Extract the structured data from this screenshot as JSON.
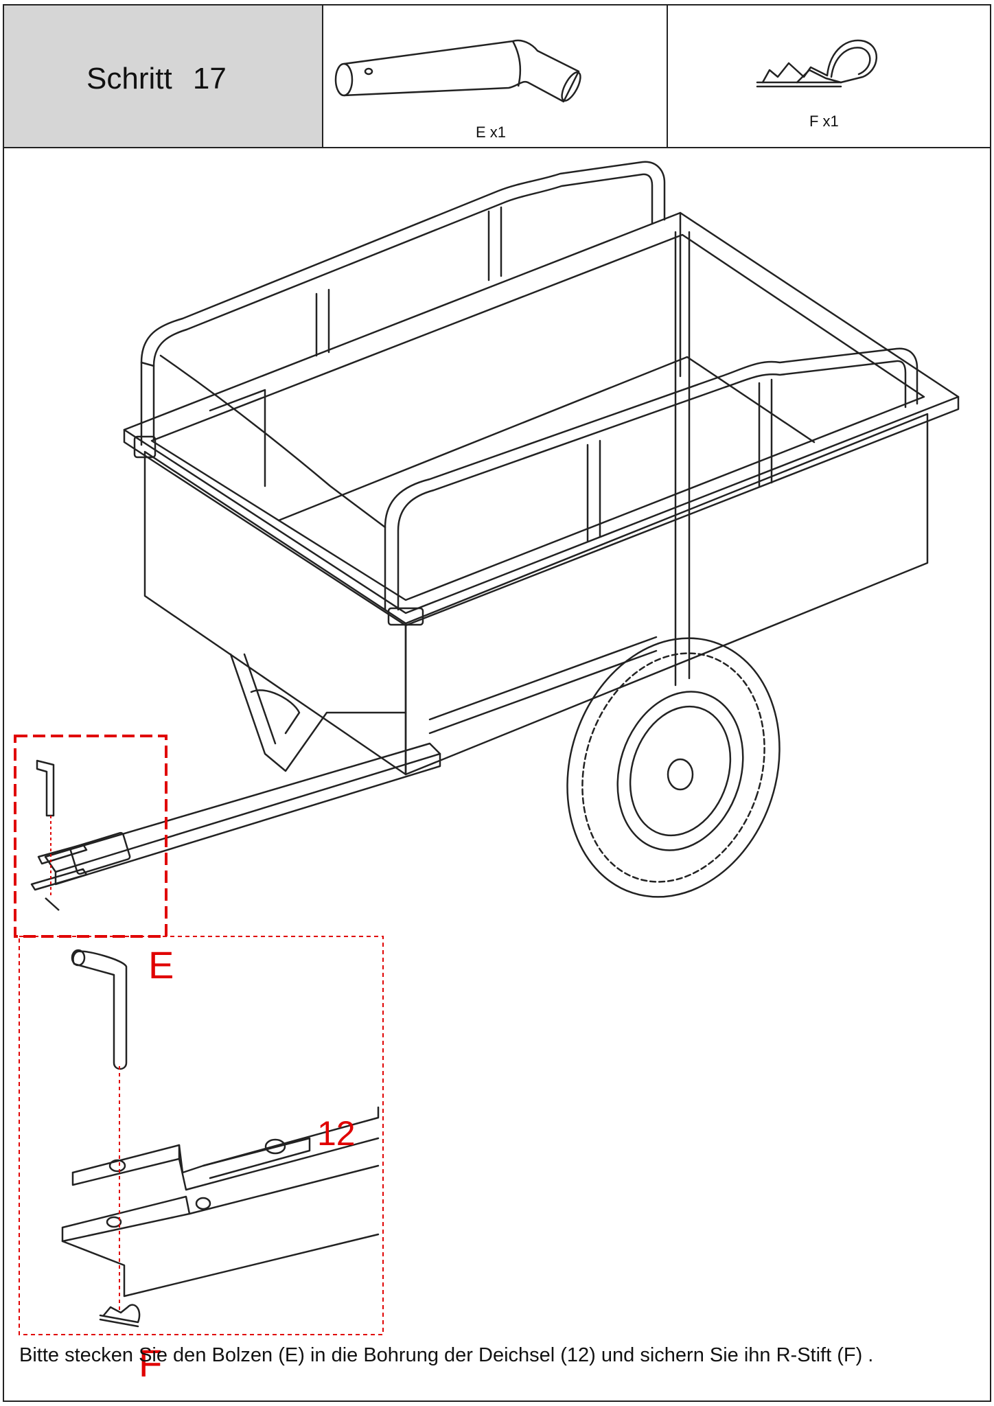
{
  "header": {
    "step_title": "Schritt 17",
    "parts": [
      {
        "label": "E x1",
        "icon": "bent-pin-icon"
      },
      {
        "label": "F x1",
        "icon": "r-clip-icon"
      }
    ]
  },
  "callouts": {
    "pin": "E",
    "drawbar": "12",
    "clip": "F"
  },
  "instruction": "Bitte stecken Sie den Bolzen (E) in die Bohrung der Deichsel (12) und sichern Sie ihn R-Stift (F) .",
  "colors": {
    "header_bg": "#d6d6d6",
    "callout": "#e00000",
    "line": "#222222"
  }
}
